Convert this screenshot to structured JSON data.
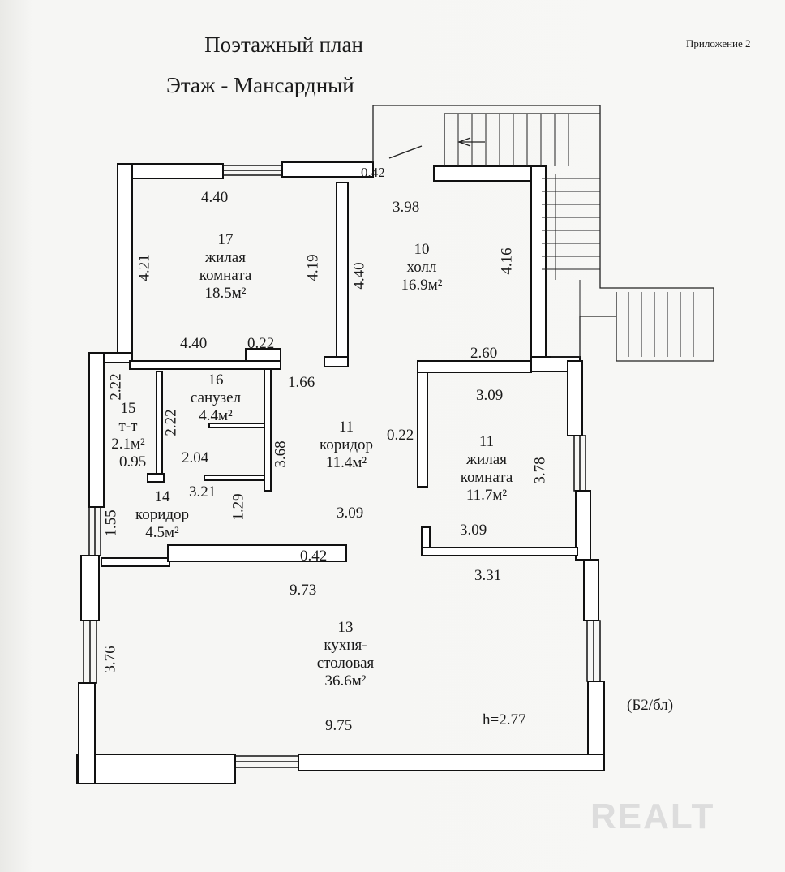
{
  "header": {
    "title": "Поэтажный план",
    "floor": "Этаж  - Мансардный",
    "appendix": "Приложение 2"
  },
  "rooms": [
    {
      "num": "17",
      "name": "жилая\nкомната",
      "area": "18.5м²"
    },
    {
      "num": "10",
      "name": "холл",
      "area": "16.9м²"
    },
    {
      "num": "16",
      "name": "санузел",
      "area": "4.4м²"
    },
    {
      "num": "15",
      "name": "т-т",
      "area": "2.1м²"
    },
    {
      "num": "11",
      "name": "коридор",
      "area": "11.4м²"
    },
    {
      "num": "11",
      "name": "жилая\nкомната",
      "area": "11.7м²"
    },
    {
      "num": "14",
      "name": "коридор",
      "area": "4.5м²"
    },
    {
      "num": "13",
      "name": "кухня-\nстоловая",
      "area": "36.6м²"
    }
  ],
  "dimensions": [
    "0.42",
    "4.40",
    "3.98",
    "4.21",
    "4.19",
    "4.40",
    "4.16",
    "4.40",
    "0.22",
    "2.60",
    "1.66",
    "2.22",
    "2.22",
    "3.09",
    "0.22",
    "3.68",
    "0.95",
    "2.04",
    "3.78",
    "3.21",
    "1.29",
    "1.55",
    "3.09",
    "3.09",
    "0.42",
    "3.31",
    "9.73",
    "3.76",
    "9.75"
  ],
  "notes": {
    "height": "h=2.77",
    "code": "(Б2/бл)",
    "watermark": "REALT"
  }
}
